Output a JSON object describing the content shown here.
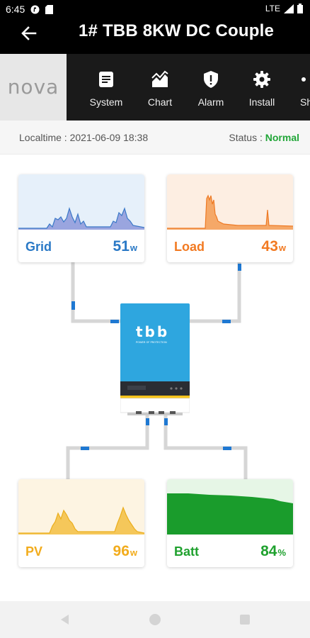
{
  "status_bar": {
    "time": "6:45",
    "network": "LTE"
  },
  "app_bar": {
    "title": "1# TBB 8KW DC Couple"
  },
  "brand": {
    "logo_text": "nova"
  },
  "tabs": [
    {
      "label": "System",
      "icon": "document-icon"
    },
    {
      "label": "Chart",
      "icon": "chart-icon"
    },
    {
      "label": "Alarm",
      "icon": "shield-alert-icon"
    },
    {
      "label": "Install",
      "icon": "gear-icon"
    },
    {
      "label": "Sh",
      "icon": "more-icon"
    }
  ],
  "info": {
    "localtime_label": "Localtime : ",
    "localtime_value": "2021-06-09 18:38",
    "status_label": "Status : ",
    "status_value": "Normal"
  },
  "cards": {
    "grid": {
      "label": "Grid",
      "value": "51",
      "unit": "w",
      "color": "#2a79c6",
      "fill": "#e6f0fa"
    },
    "load": {
      "label": "Load",
      "value": "43",
      "unit": "w",
      "color": "#f27a22",
      "fill": "#fdeee2"
    },
    "pv": {
      "label": "PV",
      "value": "96",
      "unit": "w",
      "color": "#f2ac1d",
      "fill": "#fdf4e2"
    },
    "batt": {
      "label": "Batt",
      "value": "84",
      "unit": "%",
      "color": "#1fa12e",
      "fill": "#e6f6e6"
    }
  },
  "inverter": {
    "brand_text": "tbb",
    "tagline": "POWER OF PROTECTION"
  },
  "colors": {
    "accent_wire": "#1e78d2",
    "wire": "#d6d6d6",
    "inverter_body": "#2ea6df",
    "status_ok": "#21a638"
  }
}
